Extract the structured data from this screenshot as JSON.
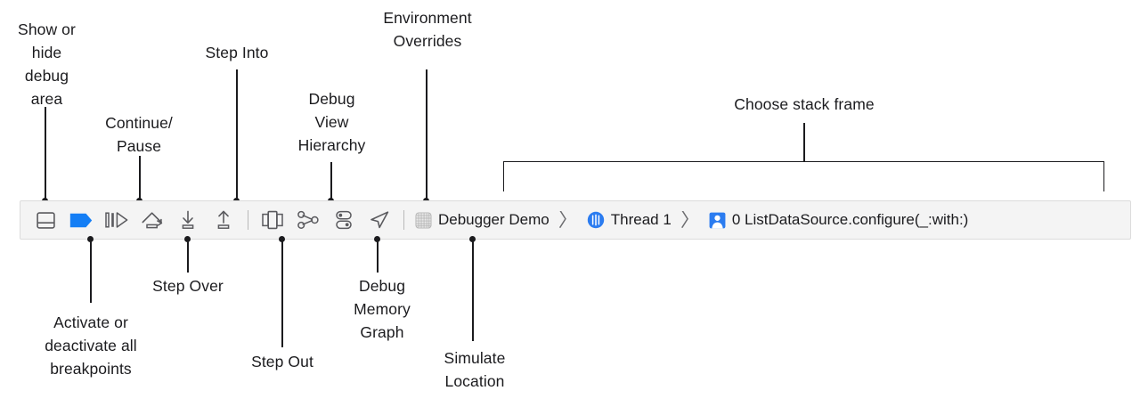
{
  "annotations": {
    "top": [
      {
        "key": "show-hide-debug-area",
        "text": "Show or\nhide\ndebug\narea"
      },
      {
        "key": "continue-pause",
        "text": "Continue/\nPause"
      },
      {
        "key": "step-into",
        "text": "Step Into"
      },
      {
        "key": "debug-view-hierarchy",
        "text": "Debug\nView\nHierarchy"
      },
      {
        "key": "environment-overrides",
        "text": "Environment\nOverrides"
      },
      {
        "key": "choose-stack-frame",
        "text": "Choose stack frame"
      }
    ],
    "bottom": [
      {
        "key": "activate-deactivate-breakpoints",
        "text": "Activate or\ndeactivate all\nbreakpoints"
      },
      {
        "key": "step-over",
        "text": "Step Over"
      },
      {
        "key": "step-out",
        "text": "Step Out"
      },
      {
        "key": "debug-memory-graph",
        "text": "Debug\nMemory\nGraph"
      },
      {
        "key": "simulate-location",
        "text": "Simulate\nLocation"
      }
    ]
  },
  "toolbar": {
    "buttons": [
      {
        "name": "show-hide-debug-area-icon",
        "tooltip": "Show or hide debug area"
      },
      {
        "name": "breakpoints-toggle-icon",
        "tooltip": "Activate or deactivate all breakpoints"
      },
      {
        "name": "continue-pause-icon",
        "tooltip": "Continue/Pause"
      },
      {
        "name": "step-over-icon",
        "tooltip": "Step Over"
      },
      {
        "name": "step-into-icon",
        "tooltip": "Step Into"
      },
      {
        "name": "step-out-icon",
        "tooltip": "Step Out"
      },
      {
        "name": "debug-view-hierarchy-icon",
        "tooltip": "Debug View Hierarchy"
      },
      {
        "name": "debug-memory-graph-icon",
        "tooltip": "Debug Memory Graph"
      },
      {
        "name": "environment-overrides-icon",
        "tooltip": "Environment Overrides"
      },
      {
        "name": "simulate-location-icon",
        "tooltip": "Simulate Location"
      }
    ],
    "breadcrumb": [
      {
        "icon": "process-icon",
        "label": "Debugger Demo"
      },
      {
        "icon": "thread-icon",
        "label": "Thread 1"
      },
      {
        "icon": "stack-frame-icon",
        "label": "0 ListDataSource.configure(_:with:)"
      }
    ],
    "chevron": "〉"
  },
  "colors": {
    "accent_blue": "#0A84FF",
    "breakpoint_blue": "#147EF5",
    "icon_gray": "#5a5a5e",
    "toolbar_bg": "#f4f4f4",
    "toolbar_border": "#dcdcdc",
    "text": "#1b1b1e"
  }
}
